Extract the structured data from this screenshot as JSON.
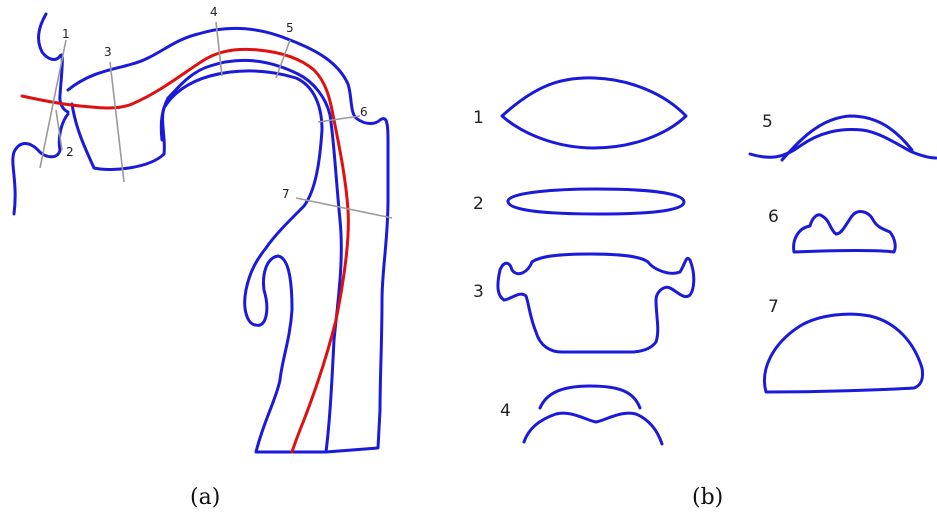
{
  "panel_a": {
    "caption": "(a)",
    "section_labels": [
      "1",
      "2",
      "3",
      "4",
      "5",
      "6",
      "7"
    ]
  },
  "panel_b": {
    "caption": "(b)",
    "cross_section_labels": [
      "1",
      "2",
      "3",
      "4",
      "5",
      "6",
      "7"
    ]
  },
  "colors": {
    "outline": "#1a1adb",
    "midline": "#e01010",
    "cut_lines": "#9a9a9a"
  }
}
